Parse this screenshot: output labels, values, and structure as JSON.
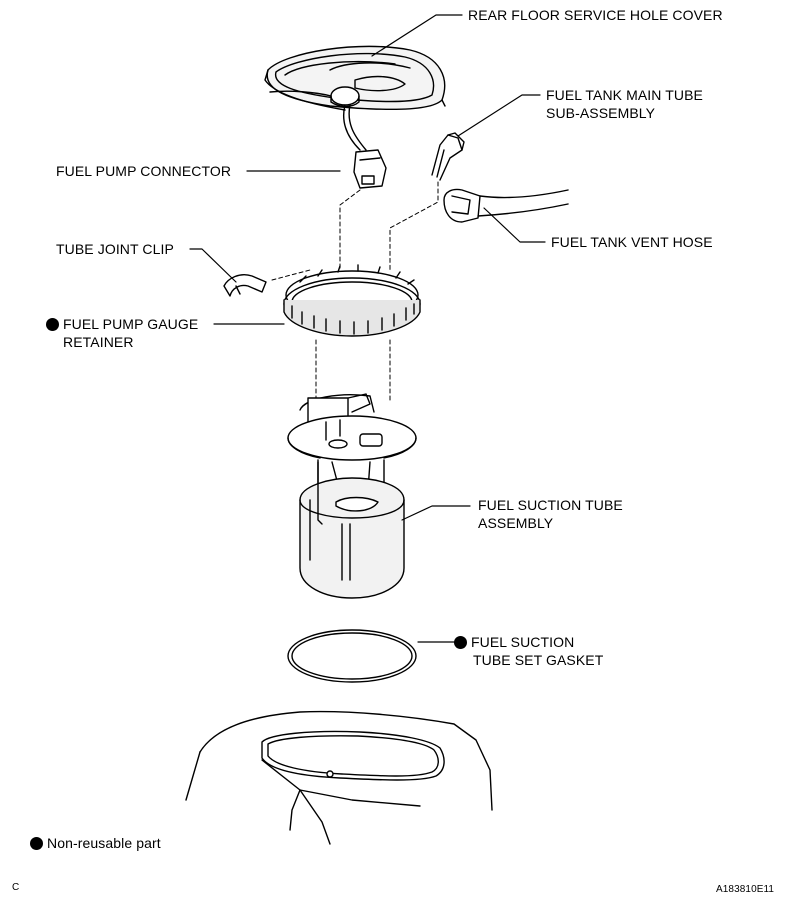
{
  "labels": {
    "rear_floor_cover": "REAR FLOOR SERVICE HOLE COVER",
    "main_tube_line1": "FUEL TANK MAIN TUBE",
    "main_tube_line2": "SUB-ASSEMBLY",
    "pump_connector": "FUEL PUMP CONNECTOR",
    "vent_hose": "FUEL TANK VENT HOSE",
    "tube_joint_clip": "TUBE JOINT CLIP",
    "retainer_line1": "FUEL PUMP GAUGE",
    "retainer_line2": "RETAINER",
    "suction_tube_line1": "FUEL SUCTION TUBE",
    "suction_tube_line2": "ASSEMBLY",
    "gasket_line1": "FUEL SUCTION",
    "gasket_line2": "TUBE SET GASKET",
    "legend_text": "Non-reusable part"
  },
  "corner_letter": "C",
  "figure_code": "A183810E11",
  "icons": [
    "non-reusable-dot-icon"
  ]
}
